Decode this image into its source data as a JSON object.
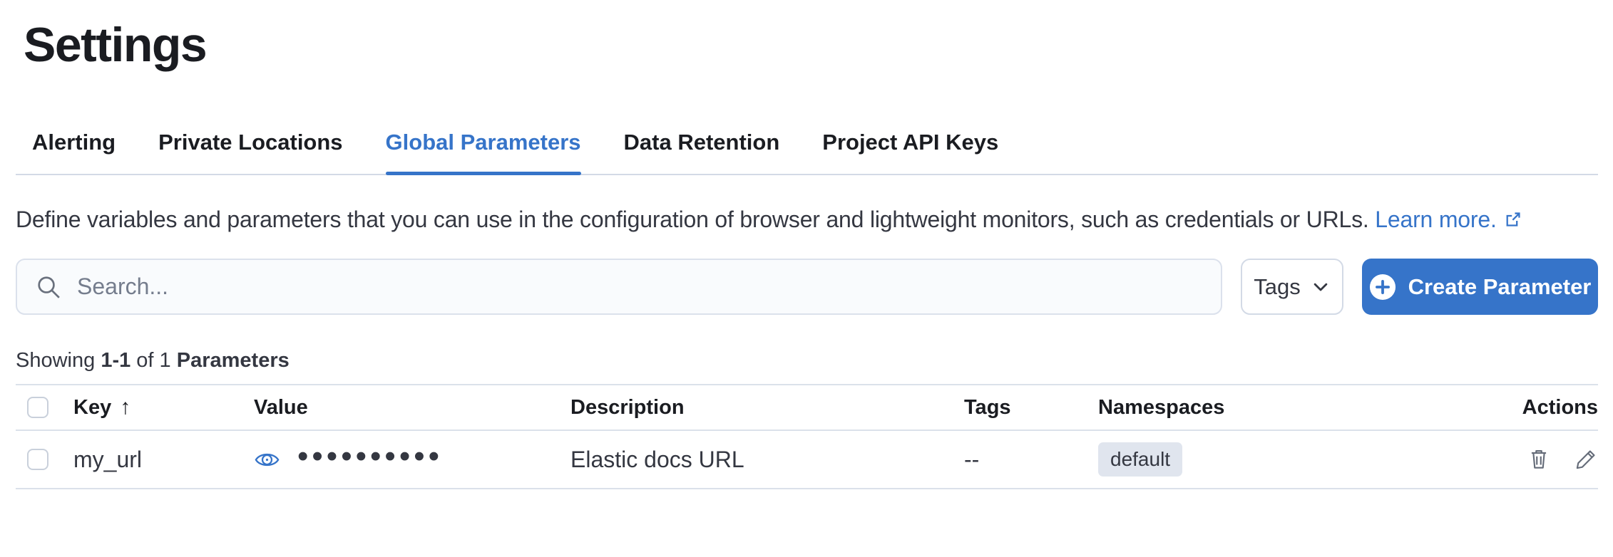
{
  "page_title": "Settings",
  "tabs": [
    {
      "label": "Alerting",
      "active": false
    },
    {
      "label": "Private Locations",
      "active": false
    },
    {
      "label": "Global Parameters",
      "active": true
    },
    {
      "label": "Data Retention",
      "active": false
    },
    {
      "label": "Project API Keys",
      "active": false
    }
  ],
  "description": {
    "text": "Define variables and parameters that you can use in the configuration of browser and lightweight monitors, such as credentials or URLs.",
    "link_label": "Learn more."
  },
  "toolbar": {
    "search_placeholder": "Search...",
    "tags_label": "Tags",
    "create_label": "Create Parameter"
  },
  "summary": {
    "showing_label": "Showing",
    "range": "1-1",
    "of_label": "of",
    "total": "1",
    "entity": "Parameters"
  },
  "table": {
    "columns": [
      "Key",
      "Value",
      "Description",
      "Tags",
      "Namespaces",
      "Actions"
    ],
    "sort": {
      "column": "Key",
      "direction": "ascending"
    },
    "rows": [
      {
        "key": "my_url",
        "value_masked": "••••••••••",
        "description": "Elastic docs URL",
        "tags": "--",
        "namespaces": [
          "default"
        ]
      }
    ]
  },
  "icons": {
    "search": "magnifier",
    "tags_dropdown": "chevron-down",
    "create": "plus-in-circle",
    "learn_more": "external-link",
    "sort_ascending": "↑",
    "value_hidden": "eye",
    "delete": "trash",
    "edit": "pencil"
  },
  "colors": {
    "accent": "#3674c9",
    "heading": "#1a1c21",
    "text": "#343741",
    "muted_icon": "#69707d",
    "border": "#d3dae6",
    "table_border": "#dbe1ea",
    "search_bg": "#f9fbfd",
    "badge_bg": "#e0e5ee",
    "button_text": "#ffffff"
  }
}
